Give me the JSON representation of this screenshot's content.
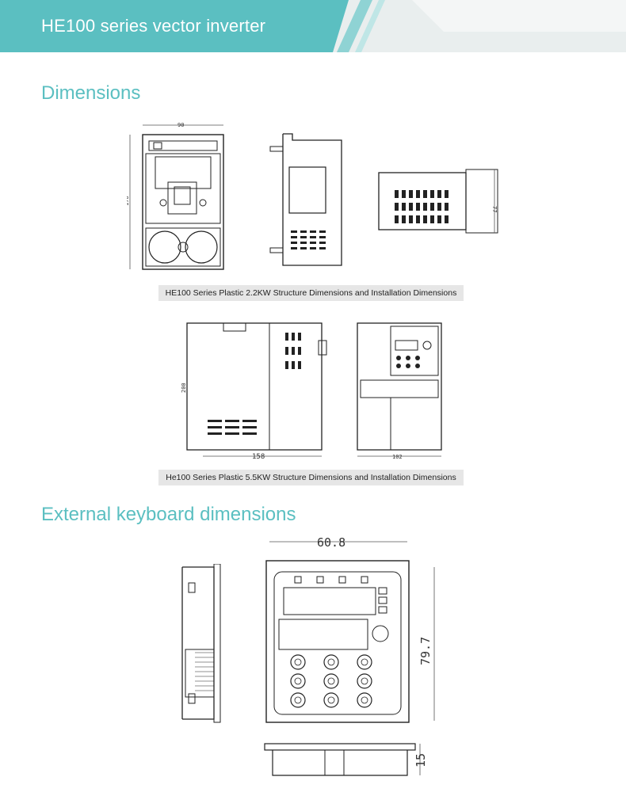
{
  "header": {
    "title": "HE100 series vector inverter"
  },
  "sections": {
    "dimensions_title": "Dimensions",
    "keyboard_title": "External keyboard dimensions"
  },
  "drawing1": {
    "caption": "HE100 Series Plastic 2.2KW Structure Dimensions and Installation Dimensions",
    "width_label": "90",
    "height_label": "170",
    "depth_label": "77"
  },
  "drawing2": {
    "caption": "He100 Series Plastic 5.5KW Structure Dimensions and Installation Dimensions",
    "height_label": "200",
    "depth_label": "158",
    "width_label": "102"
  },
  "keyboard": {
    "width_label": "60.8",
    "height_label": "79.7",
    "thickness_label": "15"
  }
}
